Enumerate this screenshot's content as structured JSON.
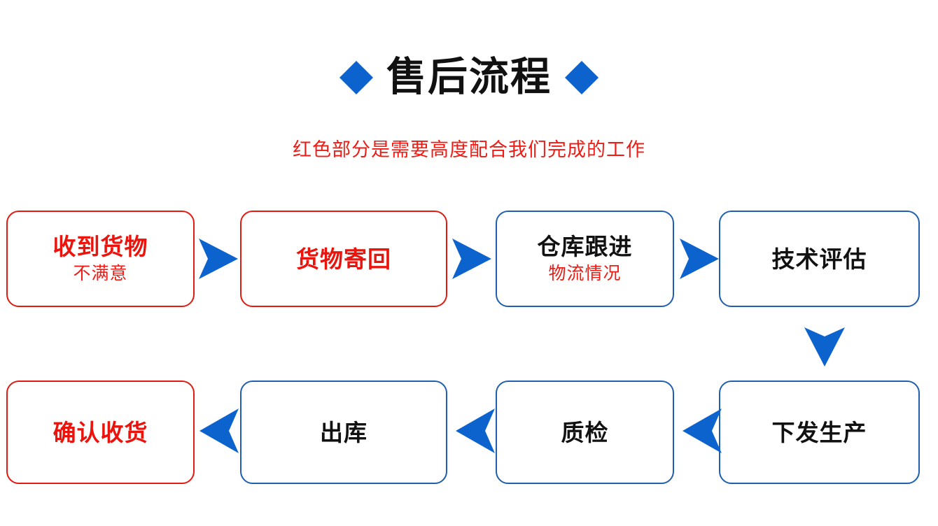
{
  "header": {
    "title": "售后流程",
    "left_diamond_icon": "diamond-icon",
    "right_diamond_icon": "diamond-icon",
    "subtitle": "红色部分是需要高度配合我们完成的工作"
  },
  "colors": {
    "accent_blue": "#0C63CE",
    "border_blue": "#1F5FAE",
    "accent_red": "#EA140D",
    "border_red": "#E01B12",
    "text_black": "#111111",
    "background": "#FFFFFF"
  },
  "flow": {
    "row1": [
      {
        "title": "收到货物",
        "subtitle": "不满意",
        "title_color": "red",
        "border": "red"
      },
      {
        "title": "货物寄回",
        "subtitle": "",
        "title_color": "red",
        "border": "red"
      },
      {
        "title": "仓库跟进",
        "subtitle": "物流情况",
        "title_color": "black",
        "border": "blue"
      },
      {
        "title": "技术评估",
        "subtitle": "",
        "title_color": "black",
        "border": "blue"
      }
    ],
    "row2": [
      {
        "title": "确认收货",
        "subtitle": "",
        "title_color": "red",
        "border": "red"
      },
      {
        "title": "出库",
        "subtitle": "",
        "title_color": "black",
        "border": "blue"
      },
      {
        "title": "质检",
        "subtitle": "",
        "title_color": "black",
        "border": "blue"
      },
      {
        "title": "下发生产",
        "subtitle": "",
        "title_color": "black",
        "border": "blue"
      }
    ]
  },
  "arrows": {
    "row1_right_1": "arrow-right-icon",
    "row1_right_2": "arrow-right-icon",
    "row1_right_3": "arrow-right-icon",
    "row_connector_down": "arrow-down-icon",
    "row2_left_1": "arrow-left-icon",
    "row2_left_2": "arrow-left-icon",
    "row2_left_3": "arrow-left-icon"
  }
}
